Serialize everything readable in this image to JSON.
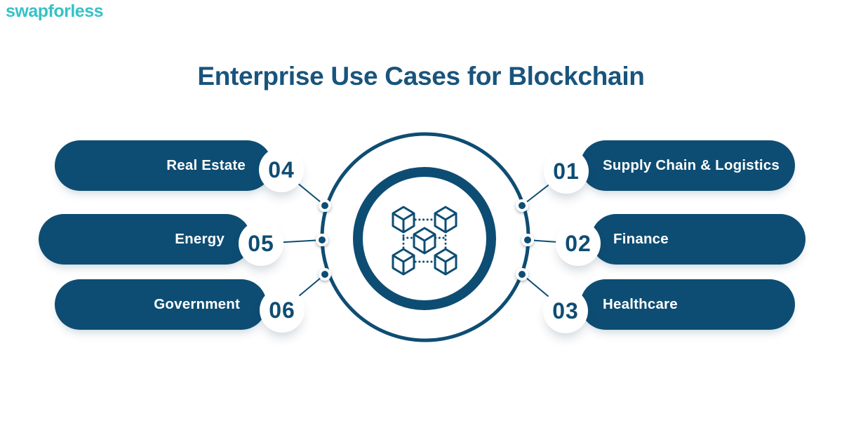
{
  "brand": {
    "logo_text": "swapforless"
  },
  "title": "Enterprise Use Cases for Blockchain",
  "colors": {
    "navy": "#0E4D73",
    "title_blue": "#19547C",
    "logo_teal": "#35C2C5",
    "pill_text": "#FFFFFF",
    "background": "#FFFFFF"
  },
  "hub": {
    "icon": "blockchain-network-icon"
  },
  "items": [
    {
      "number": "01",
      "label": "Supply Chain & Logistics",
      "side": "right"
    },
    {
      "number": "02",
      "label": "Finance",
      "side": "right"
    },
    {
      "number": "03",
      "label": "Healthcare",
      "side": "right"
    },
    {
      "number": "04",
      "label": "Real Estate",
      "side": "left"
    },
    {
      "number": "05",
      "label": "Energy",
      "side": "left"
    },
    {
      "number": "06",
      "label": "Government",
      "side": "left"
    }
  ]
}
